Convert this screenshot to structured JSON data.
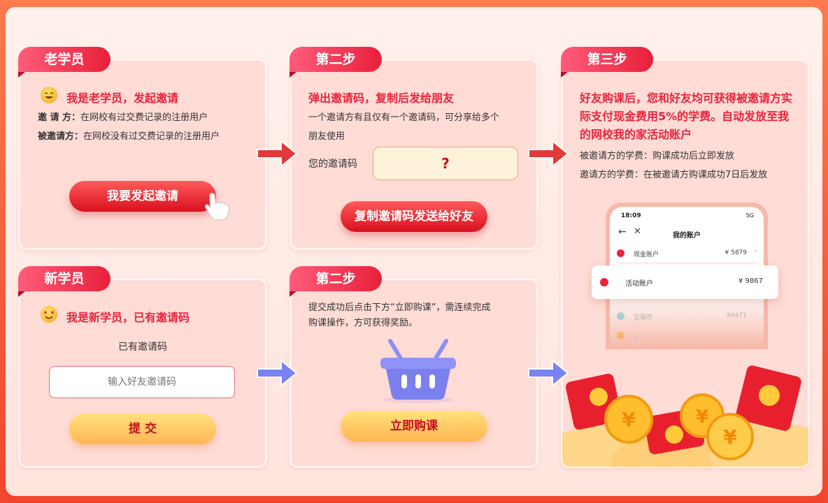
{
  "old_student": {
    "tag": "老学员",
    "heading": "我是老学员，发起邀请",
    "inviter_label": "邀 请 方：",
    "inviter_desc": "在网校有过交费记录的注册用户",
    "invitee_label": "被邀请方：",
    "invitee_desc": "在网校没有过交费记录的注册用户",
    "button": "我要发起邀请"
  },
  "step2_top": {
    "tag": "第二步",
    "heading": "弹出邀请码，复制后发给朋友",
    "desc_line1": "一个邀请方有且仅有一个邀请码，可分享给多个",
    "desc_line2": "朋友使用",
    "code_label": "您的邀请码",
    "code_value": "?",
    "button": "复制邀请码发送给好友"
  },
  "step3": {
    "tag": "第三步",
    "heading_line1": "好友购课后，您和好友均可获得被邀请方实",
    "heading_line2": "际支付现金费用5%的学费。自动发放至我",
    "heading_line3": "的网校我的家活动账户",
    "line1": "被邀请方的学费：购课成功后立即发放",
    "line2": "邀请方的学费：在被邀请方购课成功7日后发放"
  },
  "phone": {
    "time": "18:09",
    "status": "5G",
    "title": "我的账户",
    "rows": [
      {
        "label": "现金账户",
        "value": "¥ 5879"
      },
      {
        "label": "活动账户",
        "value": "¥ 9867"
      },
      {
        "label": "正保币",
        "value": "86471"
      },
      {
        "label": "金币",
        "value": ""
      }
    ]
  },
  "new_student": {
    "tag": "新学员",
    "heading": "我是新学员，已有邀请码",
    "have_code": "已有邀请码",
    "input_placeholder": "输入好友邀请码",
    "button": "提 交"
  },
  "step2_bottom": {
    "tag": "第二步",
    "desc_line1": "提交成功后点击下方“立即购课”，需连续完成",
    "desc_line2": "购课操作，方可获得奖励。",
    "button": "立即购课"
  },
  "colors": {
    "accent": "#e8243c",
    "blue_arrow": "#7b83f0",
    "red_arrow": "#e23a3a"
  }
}
